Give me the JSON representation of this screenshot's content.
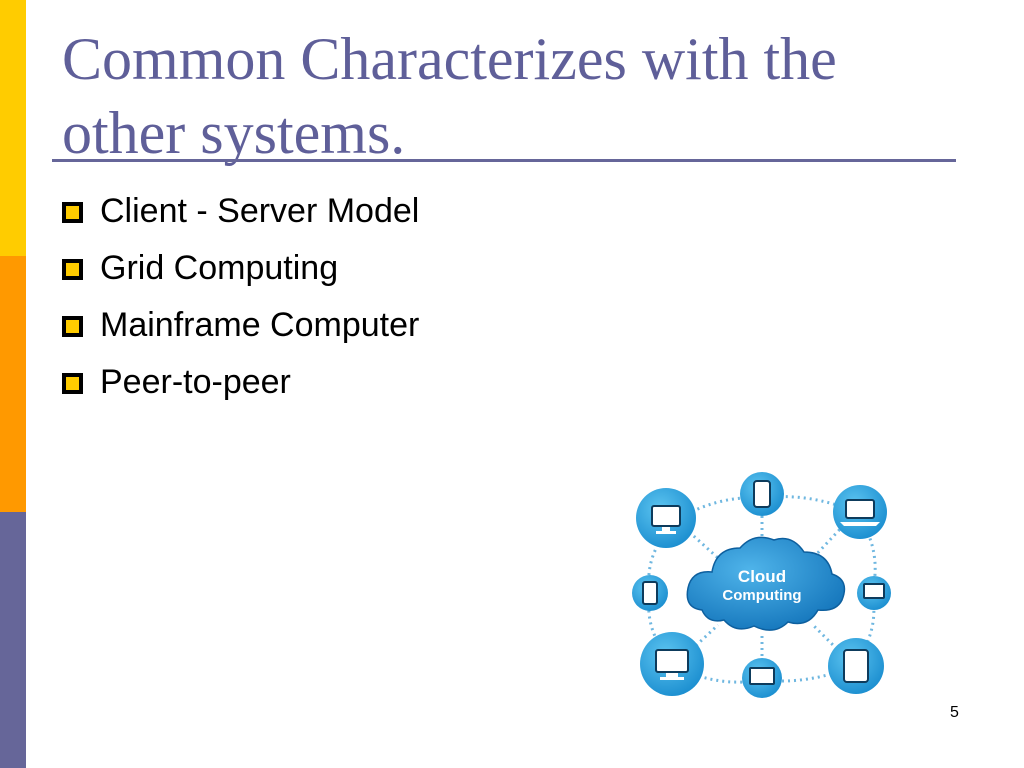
{
  "slide": {
    "title": "Common Characterizes with the other systems.",
    "bullets": [
      "Client - Server Model",
      "Grid Computing",
      "Mainframe Computer",
      "Peer-to-peer"
    ],
    "diagram": {
      "center_line1": "Cloud",
      "center_line2": "Computing"
    },
    "page_number": "5"
  },
  "colors": {
    "band_yellow": "#ffcc00",
    "band_orange": "#ff9900",
    "band_purple": "#666699",
    "title": "#5f5f99",
    "cloud": "#1b8fd8",
    "node": "#2aa6e0"
  }
}
